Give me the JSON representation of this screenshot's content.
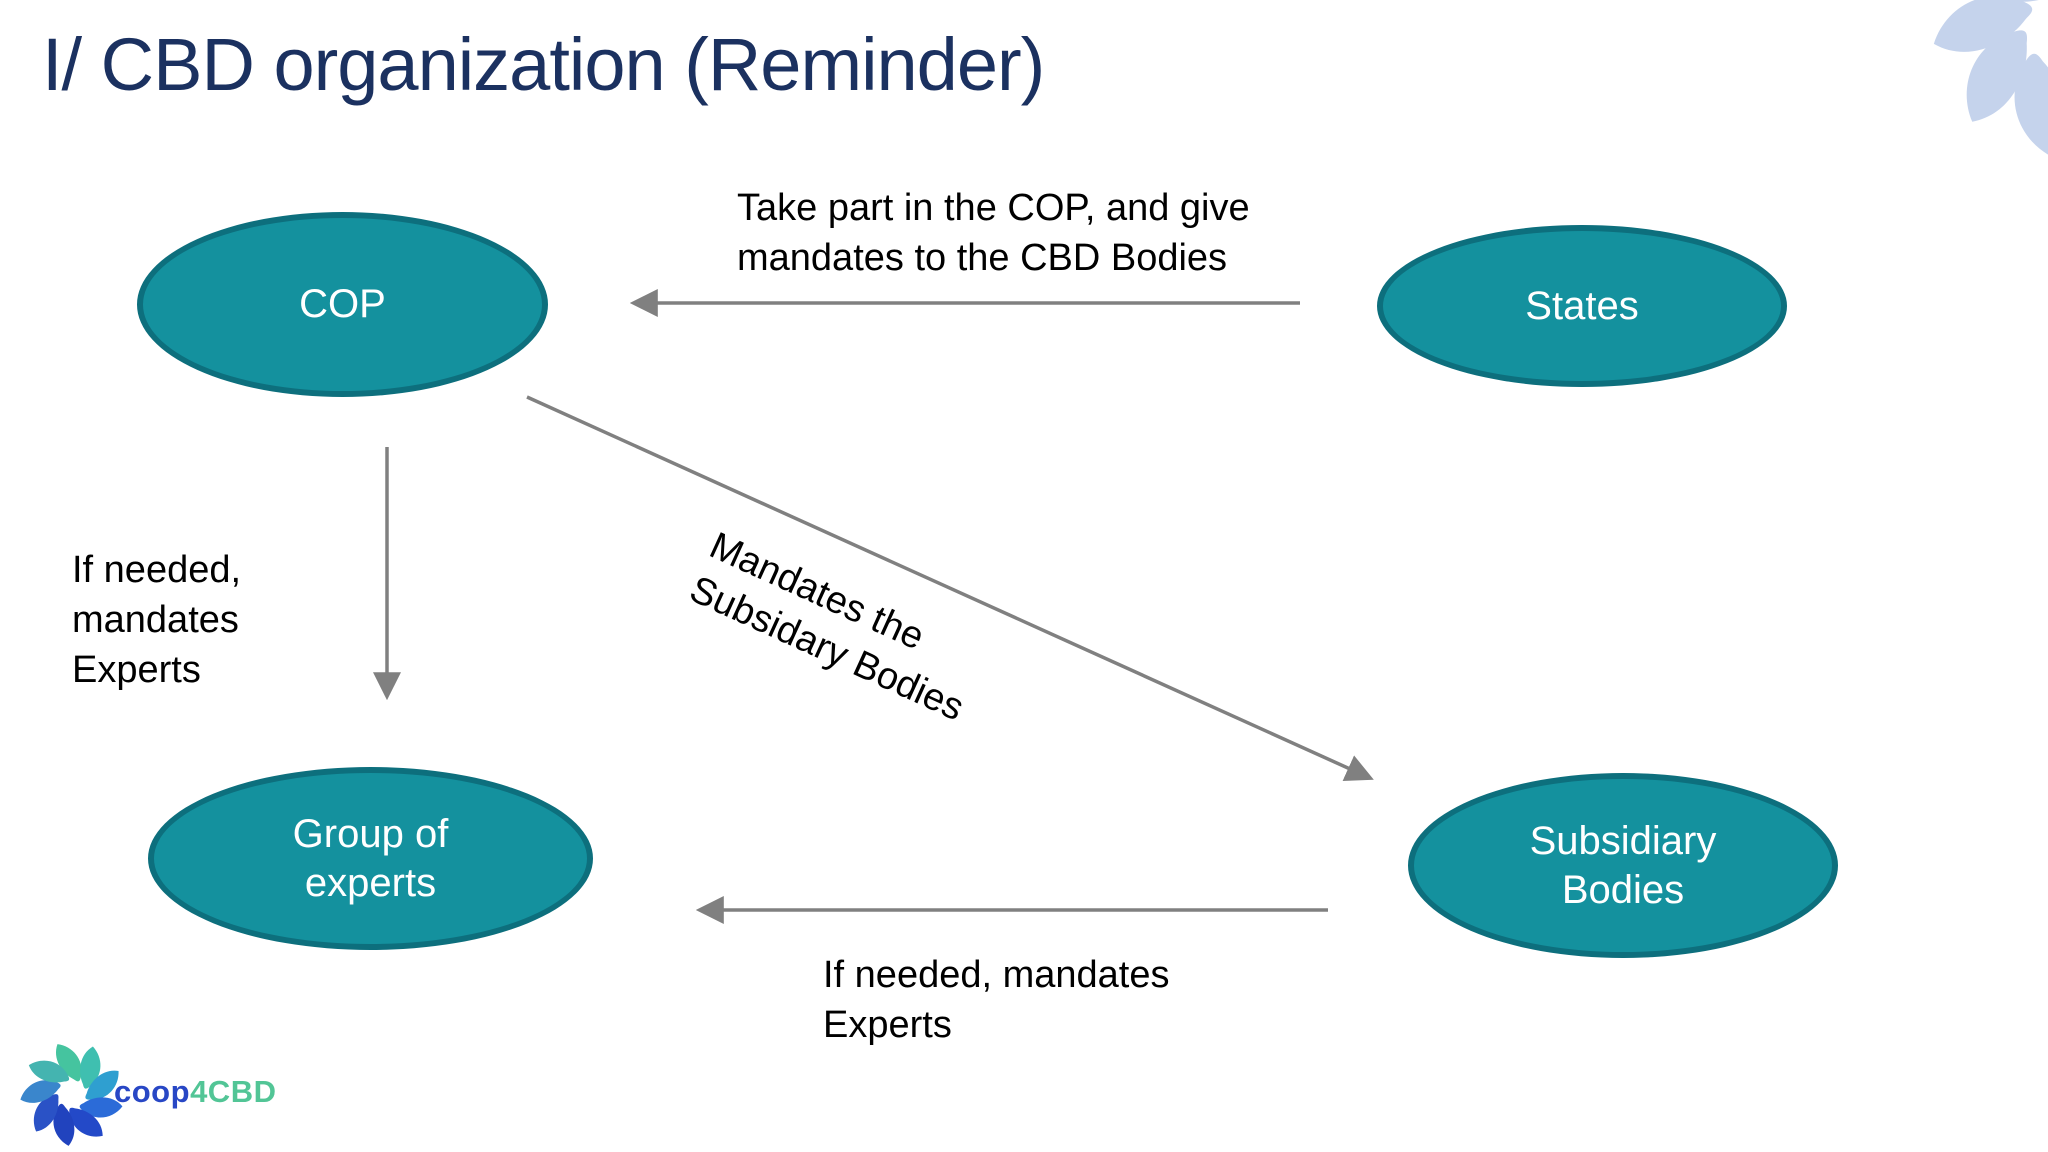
{
  "slide": {
    "title": "I/ CBD organization (Reminder)"
  },
  "nodes": {
    "cop": "COP",
    "states": "States",
    "group_of_experts": "Group of\nexperts",
    "subsidiary_bodies": "Subsidiary\nBodies"
  },
  "edge_labels": {
    "states_to_cop": "Take part in the COP, and give\nmandates to the CBD Bodies",
    "cop_to_group_of_experts": "If needed,\nmandates\nExperts",
    "cop_to_subsidiary_bodies": "Mandates the\nSubsidary Bodies",
    "subsidiary_to_group_of_experts": "If needed, mandates\nExperts"
  },
  "logo": {
    "wordmark_blue": "coop",
    "wordmark_green": "4CBD"
  },
  "colors": {
    "title_text": "#1B3160",
    "node_fill": "#14919E",
    "node_border": "#0D6F7D",
    "node_text": "#FFFFFF",
    "arrow": "#808080",
    "label_text": "#000000",
    "logo_blue": "#2847C5",
    "logo_green": "#52C596",
    "decoration_petal": "#C5D3EC"
  }
}
